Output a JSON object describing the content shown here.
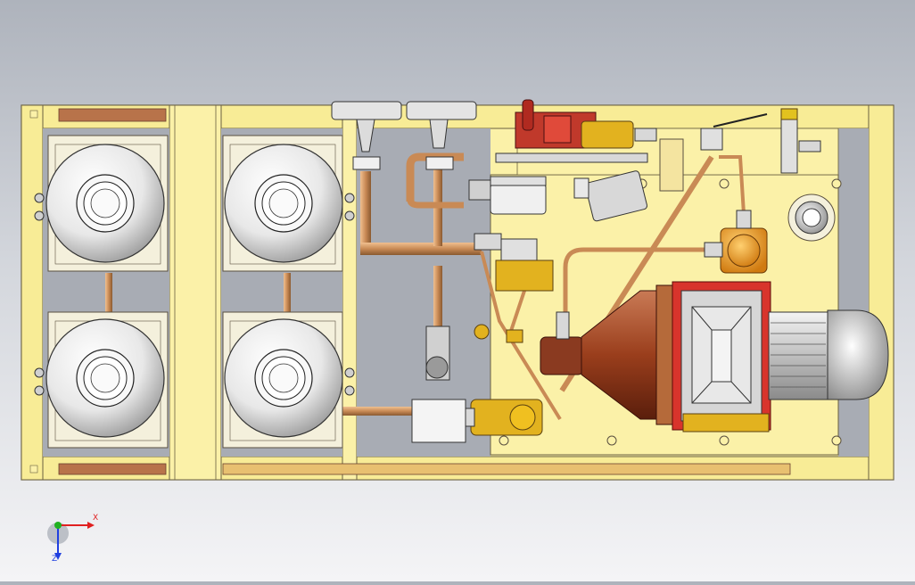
{
  "view": {
    "background_top": "#aeb3bc",
    "background_bottom": "#f4f4f6"
  },
  "colors": {
    "frame": "#fbf1a8",
    "frame_edge": "#6a6040",
    "copper": "#c98a55",
    "motor_red": "#d8342c",
    "motor_grey": "#d6d6d6",
    "brass": "#e2b21f",
    "orange_gauge": "#f0a020",
    "bell_housing": "#9a3e1c"
  },
  "components": {
    "accumulators": [
      {
        "name": "accumulator-top-left"
      },
      {
        "name": "accumulator-top-right"
      },
      {
        "name": "accumulator-bottom-left"
      },
      {
        "name": "accumulator-bottom-right"
      }
    ],
    "motor": "electric-motor",
    "pump": "hydraulic-pump",
    "filter": "return-filter",
    "gauge": "pressure-gauge",
    "valve_block": "manifold-block"
  },
  "triad": {
    "x_label": "X",
    "z_label": "Z",
    "x_color": "#e02020",
    "y_color": "#20b020",
    "z_color": "#2040e0"
  }
}
